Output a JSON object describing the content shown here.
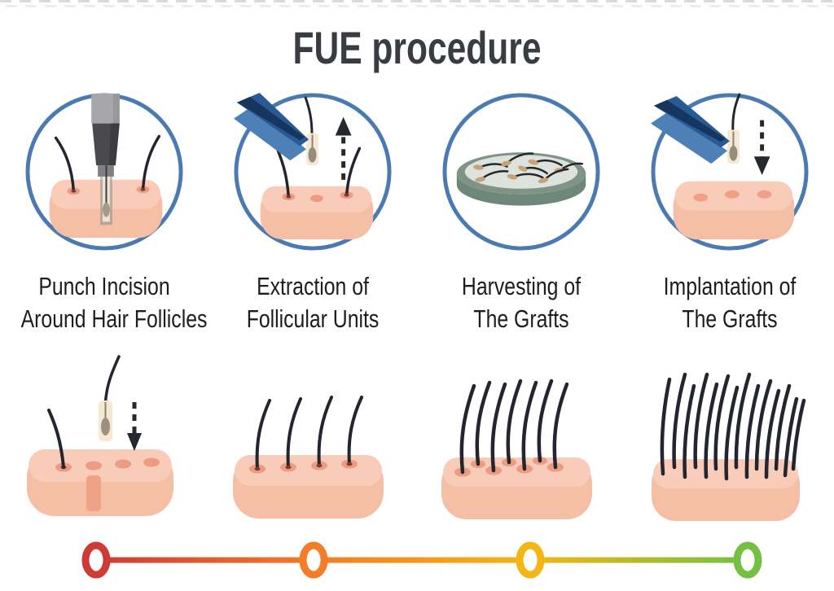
{
  "title": "FUE procedure",
  "steps": [
    {
      "line1": "Punch Incision",
      "line2": "Around Hair Follicles",
      "icon": "punch-incision-icon"
    },
    {
      "line1": "Extraction of",
      "line2": "Follicular Units",
      "icon": "extraction-tweezers-icon"
    },
    {
      "line1": "Harvesting of",
      "line2": "The Grafts",
      "icon": "petri-dish-grafts-icon"
    },
    {
      "line1": "Implantation of",
      "line2": "The Grafts",
      "icon": "implantation-tweezers-icon"
    }
  ],
  "colors": {
    "circle_border": "#4b7ab2",
    "skin_body": "#f5bfa6",
    "skin_top": "#f8ccb8",
    "hole": "#ec9c83",
    "hole_dot": "#7e3a2c",
    "hair": "#23262e",
    "tweezers_main": "#3a70ac",
    "tweezers_dark": "#17365e",
    "tweezers_light": "#4e80b8",
    "graft_tube": "#f6e8d2",
    "graft_bulb": "#968c7b",
    "dish_rim": "#7f9487",
    "dish_side": "#6f8779",
    "dish_surface": "#dde3dc",
    "dish_graft_bulb": "#c9a179",
    "arrow": "#25282e",
    "title_text": "#393c41",
    "label_text": "#1d1d1d",
    "top_dashes": "#d9d9d9"
  },
  "timeline": {
    "colors": [
      "#ce3a35",
      "#f47b28",
      "#f5b512",
      "#74c044"
    ],
    "marker_count": 4
  }
}
